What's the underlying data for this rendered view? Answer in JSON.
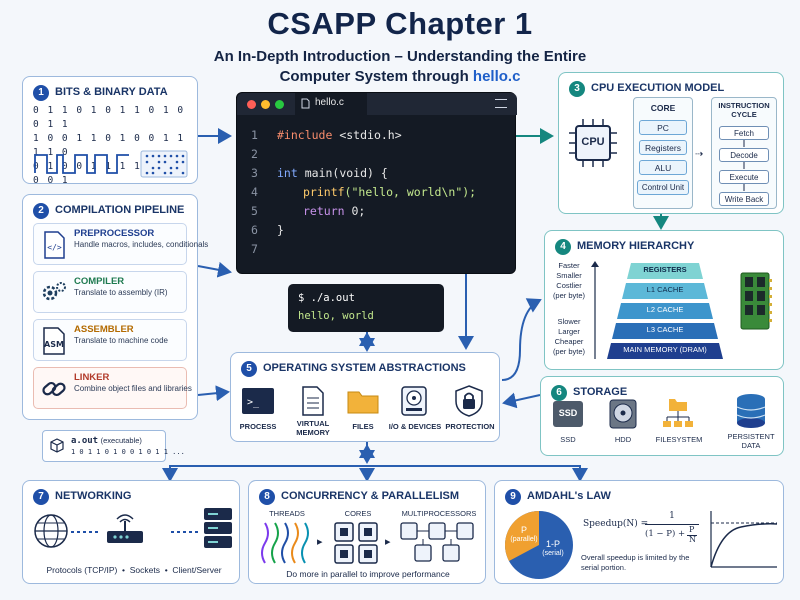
{
  "header": {
    "title": "CSAPP Chapter 1",
    "subtitle_line1": "An In-Depth Introduction – Understanding the Entire",
    "subtitle_line2": "Computer System through ",
    "subtitle_highlight": "hello.c"
  },
  "bits": {
    "num": "1",
    "title": "BITS & BINARY DATA",
    "row1": "0 1 1 0 1 0 1 1 0 1 0 0 1 1",
    "row2": "1 0 0 1 1 0 1 0 0 1 1 1 1 0",
    "row3": "0 1 0 0 1 1 1 1 1 1 0 0 0 1"
  },
  "pipeline": {
    "num": "2",
    "title": "COMPILATION PIPELINE",
    "stages": [
      {
        "name": "PREPROCESSOR",
        "desc": "Handle macros, includes, conditionals",
        "icon": "source-file-icon",
        "color": "#1f3f8f"
      },
      {
        "name": "COMPILER",
        "desc": "Translate to assembly (IR)",
        "icon": "gears-icon",
        "color": "#1f7a50"
      },
      {
        "name": "ASSEMBLER",
        "desc": "Translate to machine code",
        "icon": "asm-icon",
        "color": "#b36a00"
      },
      {
        "name": "LINKER",
        "desc": "Combine object files and libraries",
        "icon": "chain-link-icon",
        "color": "#b23a2a"
      }
    ],
    "output_name": "a.out",
    "output_note": "(executable)",
    "output_bits": "1 0 1 1 0 1 0 0 1 0 1 1 ..."
  },
  "editor": {
    "tab": "hello.c",
    "line_numbers": [
      "1",
      "2",
      "3",
      "4",
      "5",
      "6",
      "7"
    ],
    "include": "#include",
    "header_file": "<stdio.h>",
    "type": "int",
    "fn_sig": "main(void) {",
    "call": "printf",
    "arg": "(\"hello, world\\n\");",
    "ret_kw": "return",
    "ret_val": " 0;",
    "close": "}"
  },
  "terminal": {
    "command": "$ ./a.out",
    "output": "hello, world"
  },
  "cpu": {
    "num": "3",
    "title": "CPU EXECUTION MODEL",
    "chip_label": "CPU",
    "core_label": "CORE",
    "core_items": [
      "PC",
      "Registers",
      "ALU",
      "Control Unit"
    ],
    "cycle_label": "INSTRUCTION CYCLE",
    "cycle_items": [
      "Fetch",
      "Decode",
      "Execute",
      "Write Back"
    ]
  },
  "memory": {
    "num": "4",
    "title": "MEMORY HIERARCHY",
    "top_labels": [
      "Faster",
      "Smaller",
      "Costlier",
      "(per byte)"
    ],
    "bottom_labels": [
      "Slower",
      "Larger",
      "Cheaper",
      "(per byte)"
    ],
    "levels": [
      "REGISTERS",
      "L1 CACHE",
      "L2 CACHE",
      "L3 CACHE",
      "MAIN MEMORY (DRAM)"
    ]
  },
  "os": {
    "num": "5",
    "title": "OPERATING SYSTEM ABSTRACTIONS",
    "items": [
      {
        "label": "PROCESS",
        "icon": "terminal-window-icon"
      },
      {
        "label": "VIRTUAL MEMORY",
        "icon": "document-icon"
      },
      {
        "label": "FILES",
        "icon": "folder-icon"
      },
      {
        "label": "I/O & DEVICES",
        "icon": "disk-drive-icon"
      },
      {
        "label": "PROTECTION",
        "icon": "lock-shield-icon"
      }
    ]
  },
  "storage": {
    "num": "6",
    "title": "STORAGE",
    "items": [
      "SSD",
      "HDD",
      "FILESYSTEM",
      "PERSISTENT DATA"
    ],
    "ssd_chip_text": "SSD"
  },
  "networking": {
    "num": "7",
    "title": "NETWORKING",
    "caption": "Protocols (TCP/IP)  •  Sockets  •  Client/Server"
  },
  "concurrency": {
    "num": "8",
    "title": "CONCURRENCY & PARALLELISM",
    "labels": [
      "THREADS",
      "CORES",
      "MULTIPROCESSORS"
    ],
    "caption": "Do more in parallel to improve performance"
  },
  "amdahl": {
    "num": "9",
    "title": "AMDAHL's LAW",
    "pie_p": "P",
    "pie_p_note": "(parallel)",
    "pie_s": "1-P",
    "pie_s_note": "(serial)",
    "formula_lhs": "Speedup(N) =",
    "formula_num": "1",
    "formula_den_a": "(1 − P) +",
    "formula_den_p": "P",
    "formula_den_n": "N",
    "caption": "Overall speedup is limited by the serial portion."
  },
  "colors": {
    "navy": "#1f4fa8",
    "teal": "#15877f",
    "accent": "#1f5fc9",
    "pyramid_top": "#7fd3d3",
    "pyramid_bottom": "#1f3f8f"
  }
}
